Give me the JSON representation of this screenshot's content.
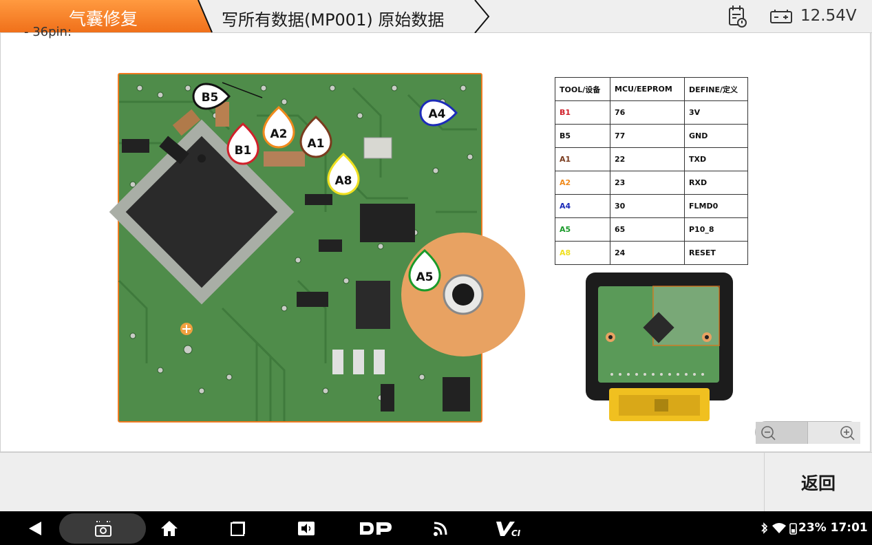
{
  "header": {
    "active_tab": "气囊修复",
    "title": "写所有数据(MP001) 原始数据",
    "voltage": "12.54V"
  },
  "content": {
    "cut_text": "- 36pin:",
    "pcb_labels": [
      "B5",
      "A2",
      "A1",
      "A4",
      "B1",
      "A8",
      "A5"
    ],
    "table": {
      "headers": [
        "TOOL/设备",
        "MCU/EEPROM",
        "DEFINE/定义"
      ],
      "rows": [
        {
          "tool": "B1",
          "mcu": "76",
          "define": "3V",
          "color": "#d0202a"
        },
        {
          "tool": "B5",
          "mcu": "77",
          "define": "GND",
          "color": "#111111"
        },
        {
          "tool": "A1",
          "mcu": "22",
          "define": "TXD",
          "color": "#7a3b1e"
        },
        {
          "tool": "A2",
          "mcu": "23",
          "define": "RXD",
          "color": "#f08a1c"
        },
        {
          "tool": "A4",
          "mcu": "30",
          "define": "FLMD0",
          "color": "#1c2bb8"
        },
        {
          "tool": "A5",
          "mcu": "65",
          "define": "P10_8",
          "color": "#1a9a2a"
        },
        {
          "tool": "A8",
          "mcu": "24",
          "define": "RESET",
          "color": "#f0e020"
        }
      ]
    }
  },
  "actions": {
    "back_label": "返回"
  },
  "status": {
    "battery_text": "23% 17:01"
  },
  "colors": {
    "accent": "#f47a20",
    "pcb_green": "#4a8a4a"
  }
}
